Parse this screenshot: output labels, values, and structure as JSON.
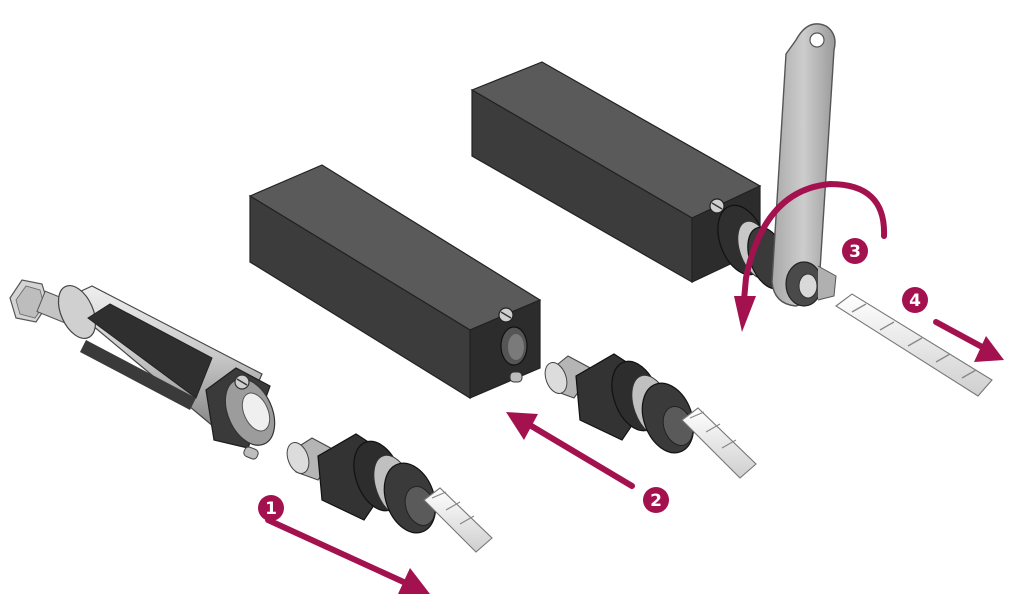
{
  "colors": {
    "accent": "#a3124e",
    "block_top": "#5c5c5c",
    "block_left": "#3d3d3d",
    "block_right": "#2c2c2c",
    "metal_light": "#d9d9d9",
    "metal_mid": "#a9a9a9",
    "metal_dark": "#7b7b7b",
    "lever": "#b8b8b8"
  },
  "steps": [
    {
      "label": "1"
    },
    {
      "label": "2"
    },
    {
      "label": "3"
    },
    {
      "label": "4"
    }
  ]
}
